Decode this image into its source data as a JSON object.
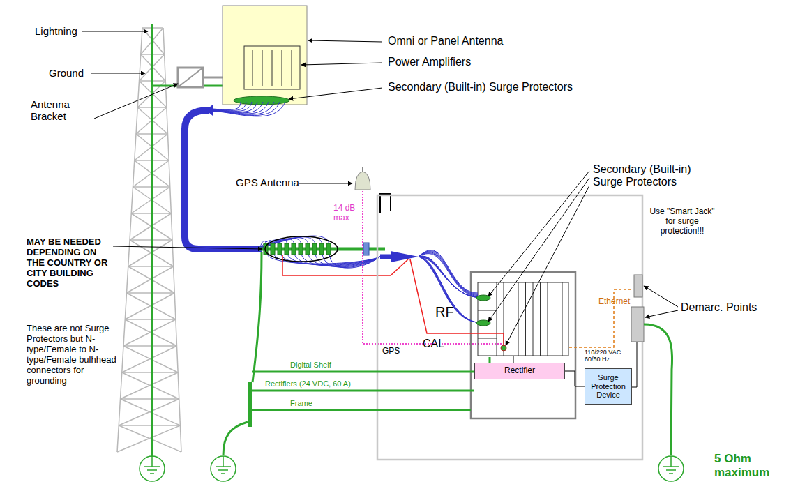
{
  "diagram": {
    "nodes": [
      {
        "text": [
          "Rectifier"
        ]
      },
      {
        "text": [
          "Surge Protection Device"
        ]
      }
    ],
    "edges": [
      {
        "from": 0,
        "to": 1,
        "arrow": "none"
      }
    ],
    "labels": [
      "Lightning",
      "Ground",
      "Antenna Bracket",
      "Omni or Panel Antenna",
      "Power Amplifiers",
      "Secondary (Built-in) Surge Protectors",
      "GPS Antenna",
      "14 dB max",
      "Secondary (Built-in) Surge Protectors",
      "Use \"Smart Jack\" for surge protection!!!",
      "Ethernet",
      "Demarc. Points",
      "MAY BE NEEDED DEPENDING ON THE COUNTRY OR CITY BUILDING CODES",
      "These are not Surge Protectors but N-type/Female to N-type/Female bulhhead connectors for grounding",
      "RF",
      "CAL",
      "GPS",
      "Digital Shelf",
      "Rectifiers (24 VDC, 60 A)",
      "Frame",
      "110/220 VAC 60/50 Hz",
      "5 Ohm maximum"
    ]
  }
}
